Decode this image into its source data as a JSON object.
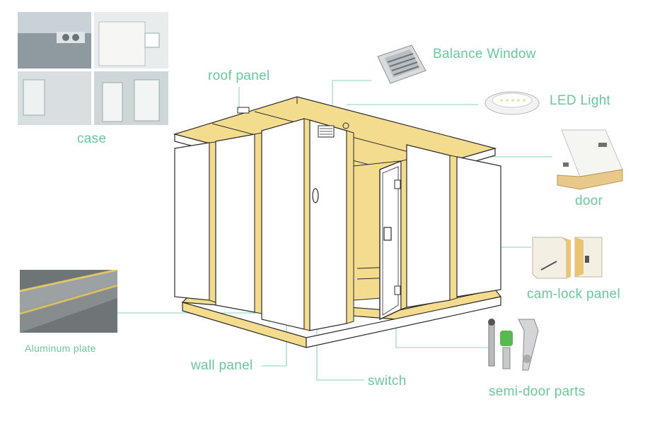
{
  "labels": {
    "case": "case",
    "roof_panel": "roof panel",
    "balance_window": "Balance Window",
    "led_light": "LED Light",
    "door": "door",
    "cam_lock_panel": "cam-lock panel",
    "aluminum_plate": "Aluminum plate",
    "wall_panel": "wall panel",
    "switch": "switch",
    "semi_door_parts": "semi-door parts"
  },
  "colors": {
    "label": "#6cc79a",
    "leader_line": "#9fdcc4",
    "insulation": "#f4dc8e",
    "panel": "#ffffff",
    "outline": "#2a2a2a"
  },
  "icons": [
    "case-photo-collage",
    "balance-window-photo",
    "led-light-photo",
    "door-panel-photo",
    "cam-lock-panel-photo",
    "aluminum-plate-photo",
    "semi-door-parts-photo",
    "cold-room-drawing"
  ]
}
